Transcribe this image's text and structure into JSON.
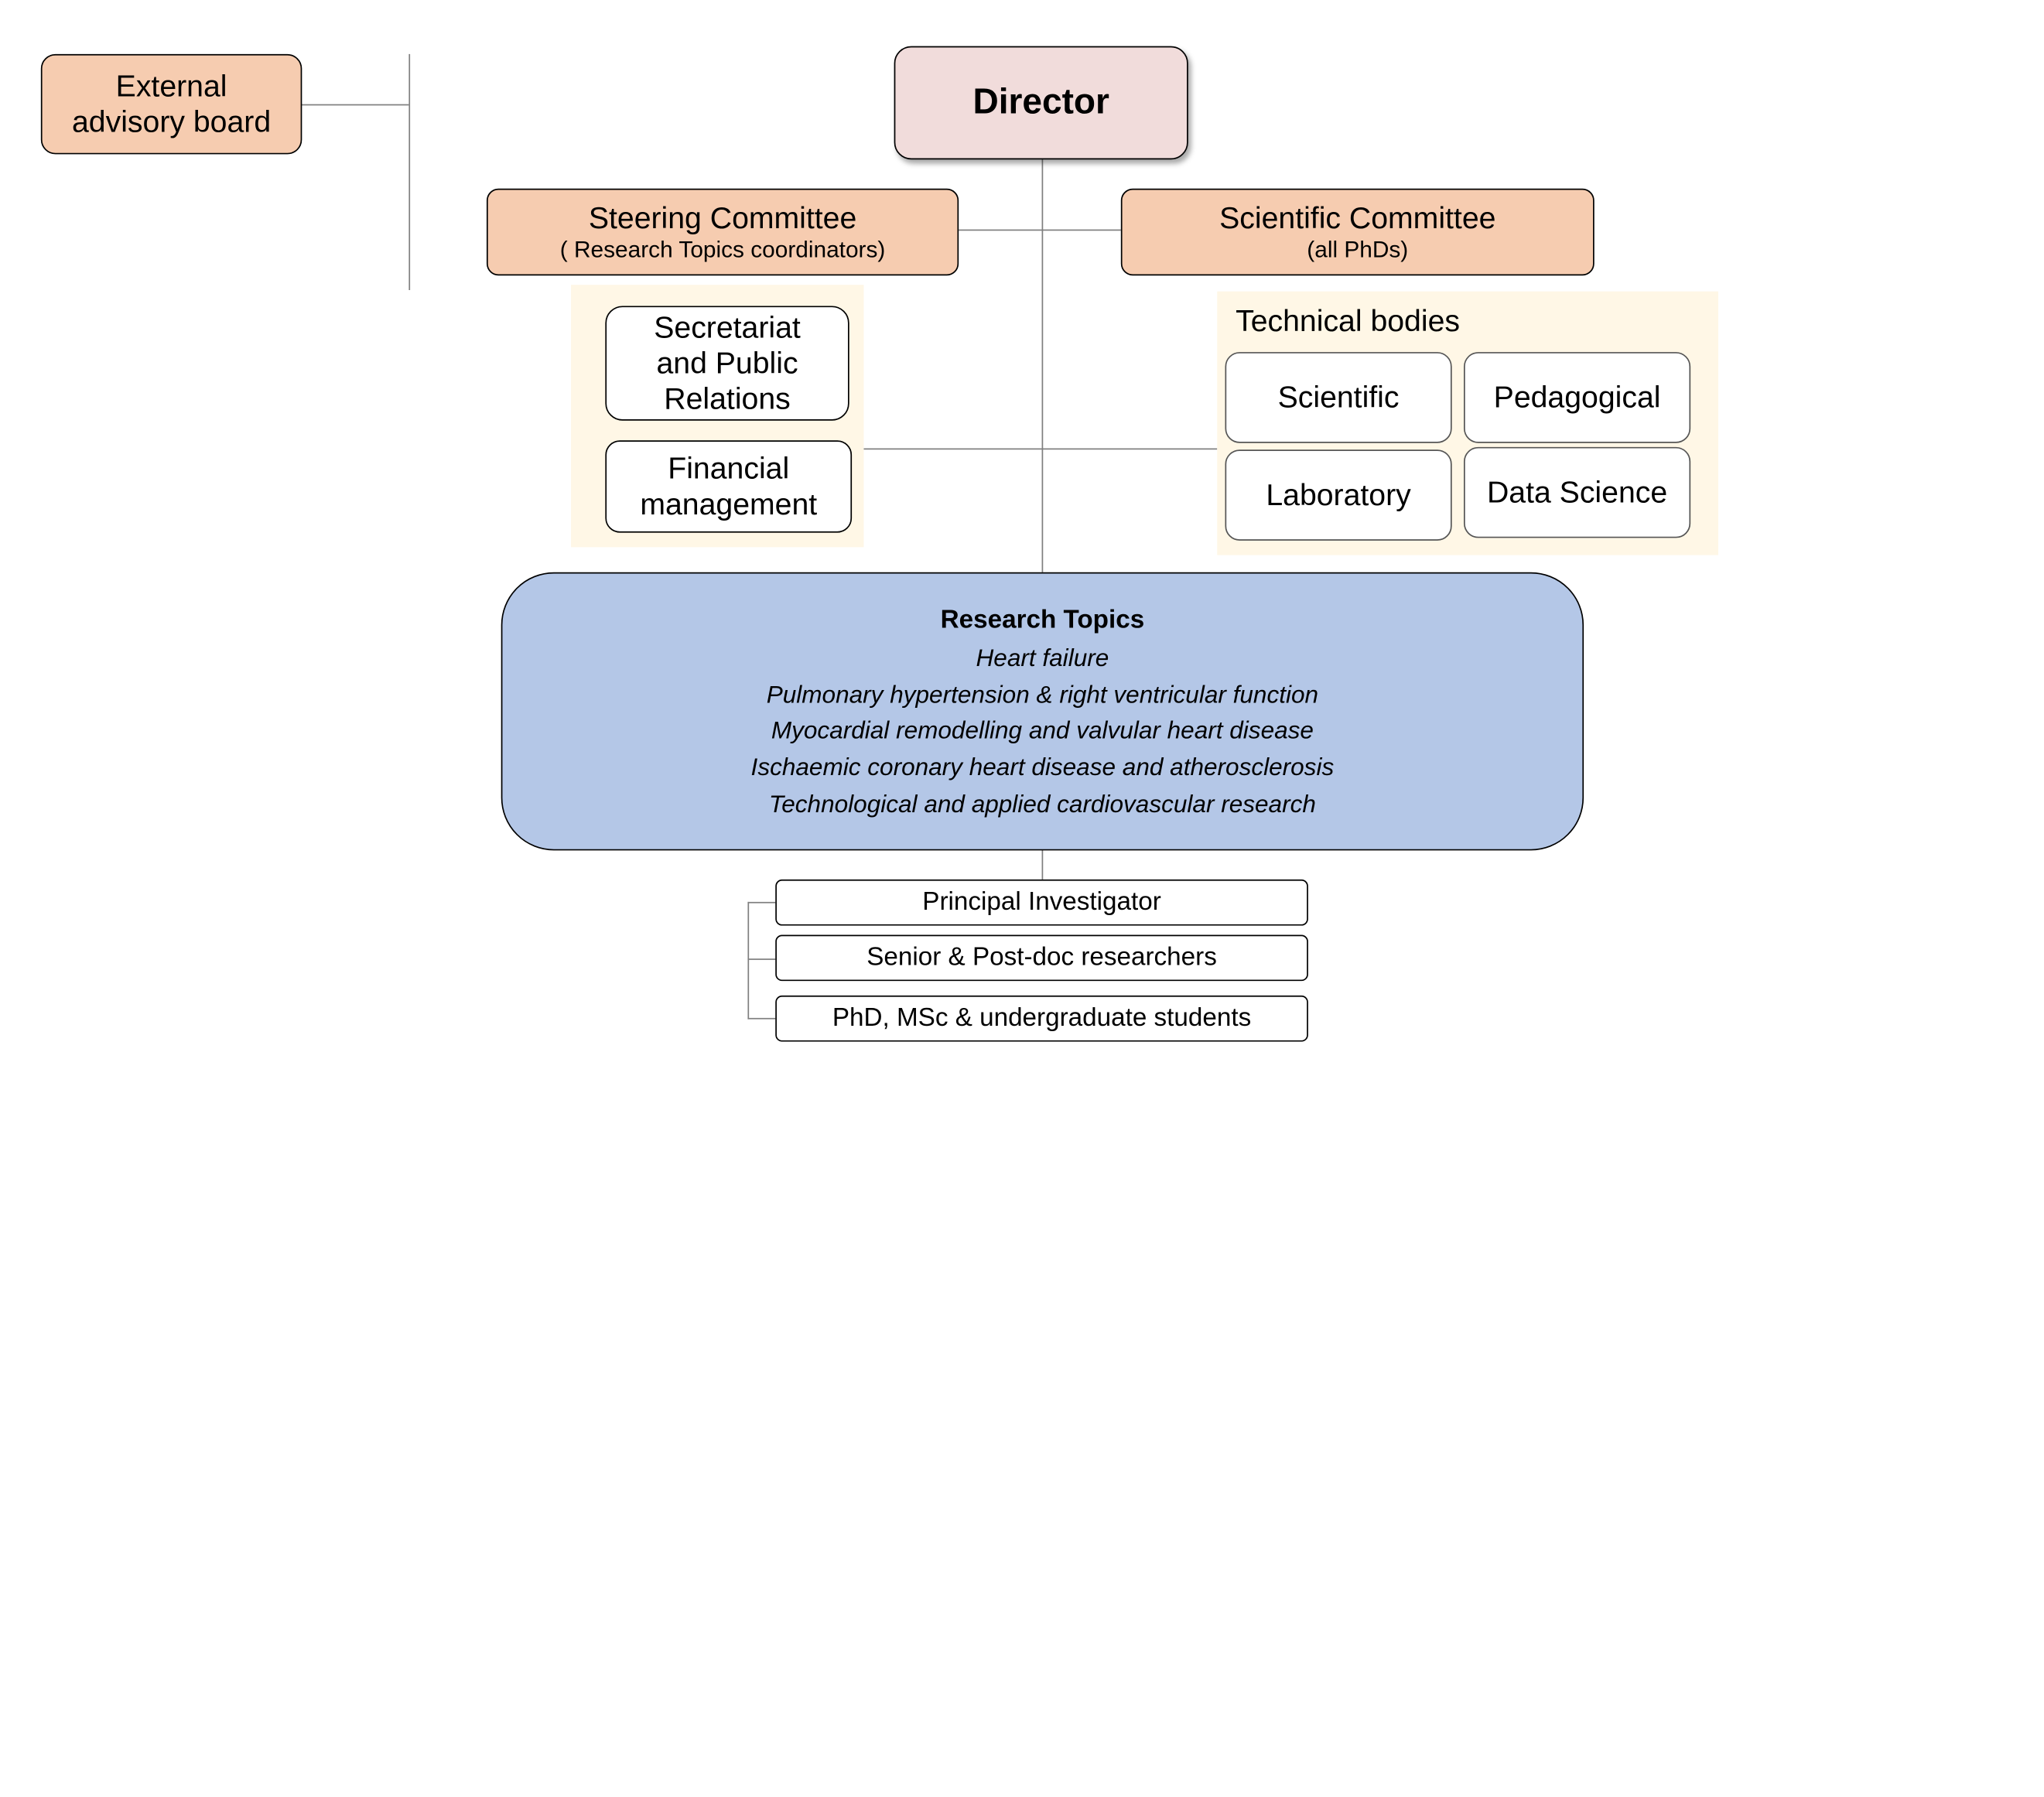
{
  "director": "Director",
  "external_board": [
    "External",
    "advisory board"
  ],
  "steering": {
    "title": "Steering Committee",
    "subtitle": "( Research Topics coordinators)"
  },
  "scientific_committee": {
    "title": "Scientific Committee",
    "subtitle": "(all PhDs)"
  },
  "admin": {
    "secretariat": [
      "Secretariat",
      "and Public",
      "Relations"
    ],
    "financial": [
      "Financial",
      "management"
    ]
  },
  "technical": {
    "title": "Technical bodies",
    "scientific": "Scientific",
    "pedagogical": "Pedagogical",
    "laboratory": "Laboratory",
    "data_science": "Data Science"
  },
  "research": {
    "title": "Research Topics",
    "topics": [
      "Heart failure",
      "Pulmonary hypertension & right ventricular function",
      "Myocardial remodelling and valvular heart disease",
      "Ischaemic coronary heart disease and atherosclerosis",
      "Technological and applied cardiovascular research"
    ]
  },
  "staff": {
    "pi": "Principal Investigator",
    "senior": "Senior & Post-doc researchers",
    "students": "PhD, MSc & undergraduate students"
  }
}
